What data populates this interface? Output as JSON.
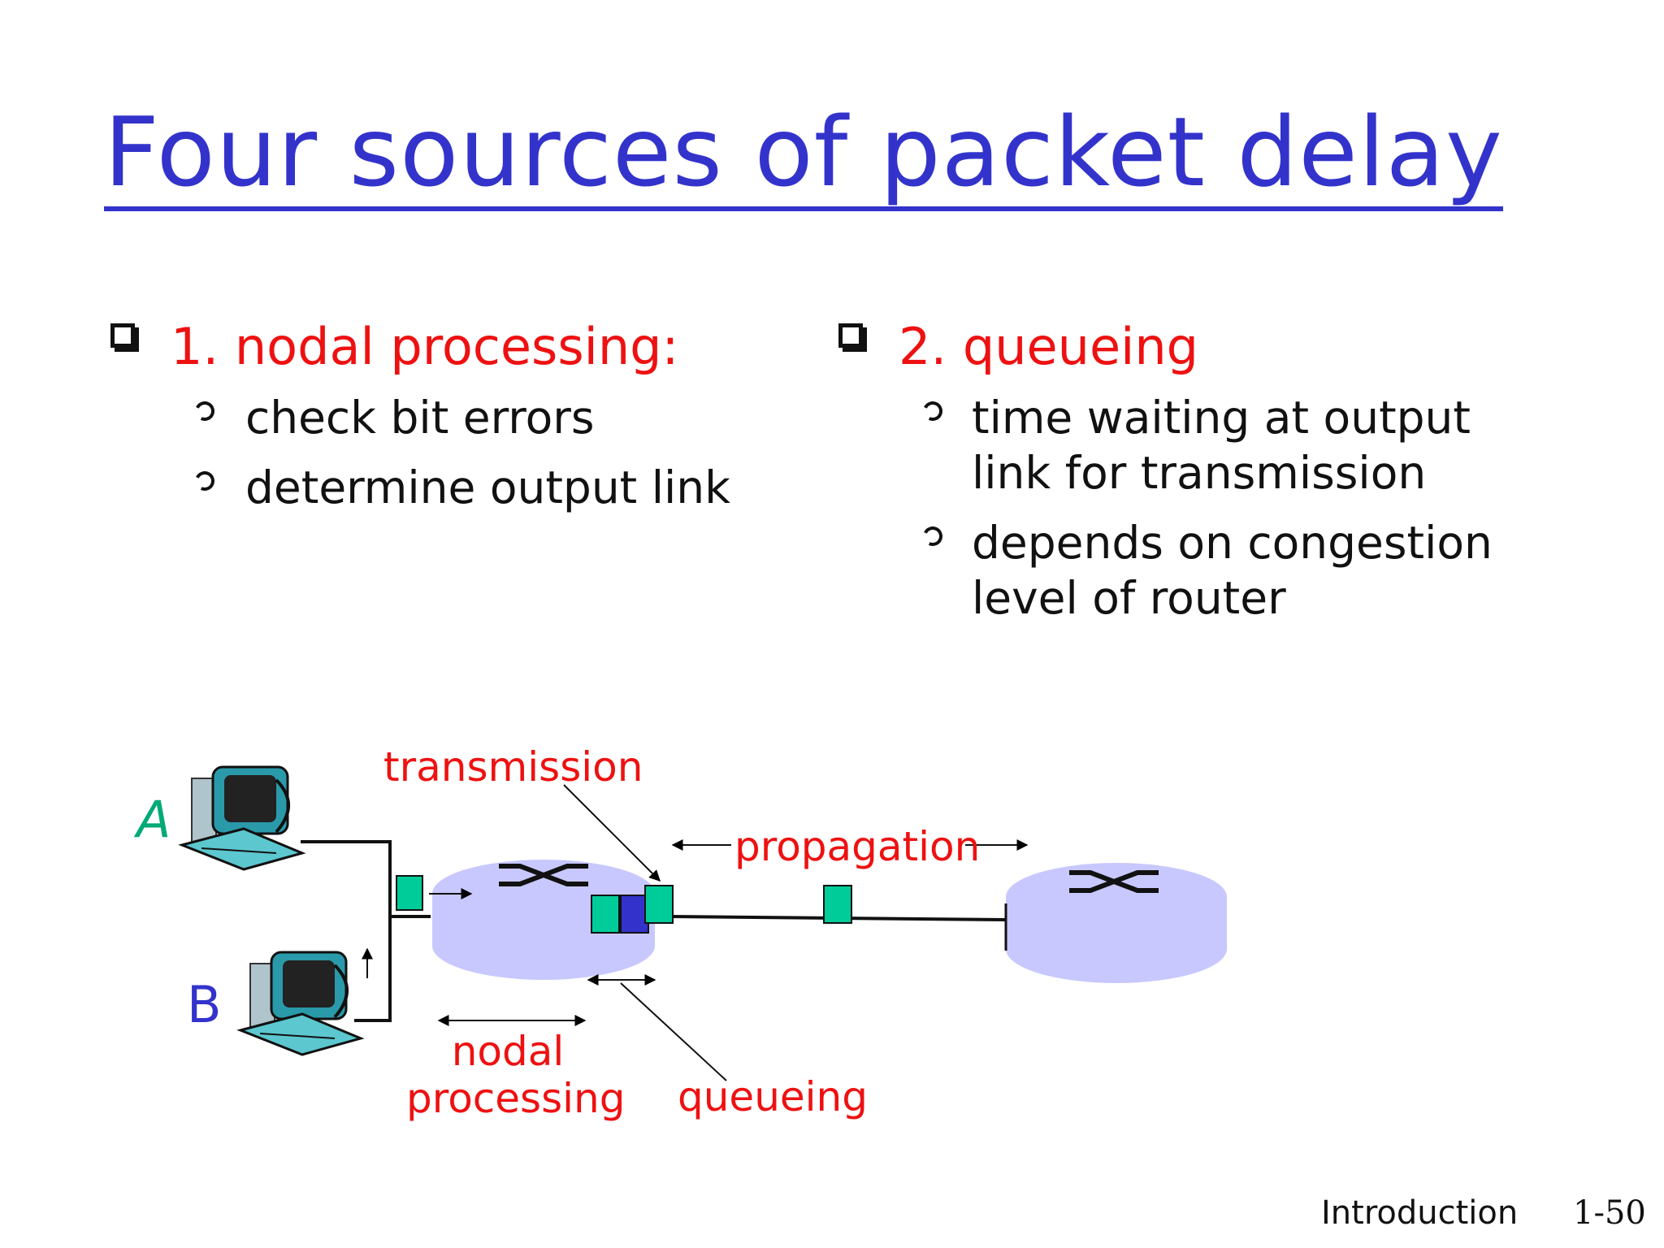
{
  "title": "Four sources of packet delay",
  "left_bullet": {
    "heading": "1. nodal processing:",
    "items": [
      "check bit errors",
      "determine output link"
    ]
  },
  "right_bullet": {
    "heading": "2. queueing",
    "items": [
      [
        "time waiting at output",
        "link for transmission"
      ],
      [
        "depends on congestion",
        "level of router"
      ]
    ]
  },
  "diagram": {
    "host_a": "A",
    "host_b": "B",
    "label_transmission": "transmission",
    "label_propagation": "propagation",
    "label_nodal_processing": [
      "nodal",
      "processing"
    ],
    "label_queueing": "queueing"
  },
  "footer": {
    "section": "Introduction",
    "page": "1-50"
  },
  "colors": {
    "title": "#3333cc",
    "heading": "#ee1111",
    "router": "#c8c8ff",
    "packet": "#00cc99",
    "packet_queued": "#3333cc"
  }
}
